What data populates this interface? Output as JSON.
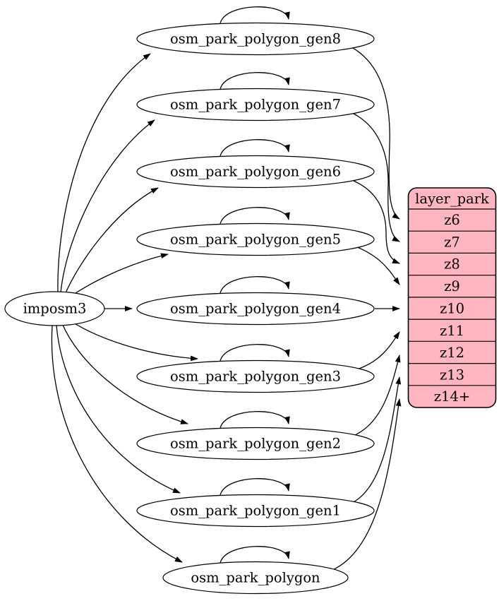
{
  "diagram": {
    "source": {
      "label": "imposm3"
    },
    "generators": [
      {
        "label": "osm_park_polygon_gen8",
        "feeds_row": "z6",
        "self_loop": true
      },
      {
        "label": "osm_park_polygon_gen7",
        "feeds_row": "z7",
        "self_loop": true
      },
      {
        "label": "osm_park_polygon_gen6",
        "feeds_row": "z8",
        "self_loop": true
      },
      {
        "label": "osm_park_polygon_gen5",
        "feeds_row": "z9",
        "self_loop": true
      },
      {
        "label": "osm_park_polygon_gen4",
        "feeds_row": "z10",
        "self_loop": true
      },
      {
        "label": "osm_park_polygon_gen3",
        "feeds_row": "z11",
        "self_loop": true
      },
      {
        "label": "osm_park_polygon_gen2",
        "feeds_row": "z12",
        "self_loop": true
      },
      {
        "label": "osm_park_polygon_gen1",
        "feeds_row": "z13",
        "self_loop": true
      },
      {
        "label": "osm_park_polygon",
        "feeds_row": "z14+",
        "self_loop": true
      }
    ],
    "table": {
      "title": "layer_park",
      "rows": [
        "z6",
        "z7",
        "z8",
        "z9",
        "z10",
        "z11",
        "z12",
        "z13",
        "z14+"
      ],
      "fill": "#ffb6c1",
      "border": "#000000"
    },
    "colors": {
      "node_fill": "#ffffff",
      "edge": "#000000",
      "background": "#ffffff"
    }
  }
}
